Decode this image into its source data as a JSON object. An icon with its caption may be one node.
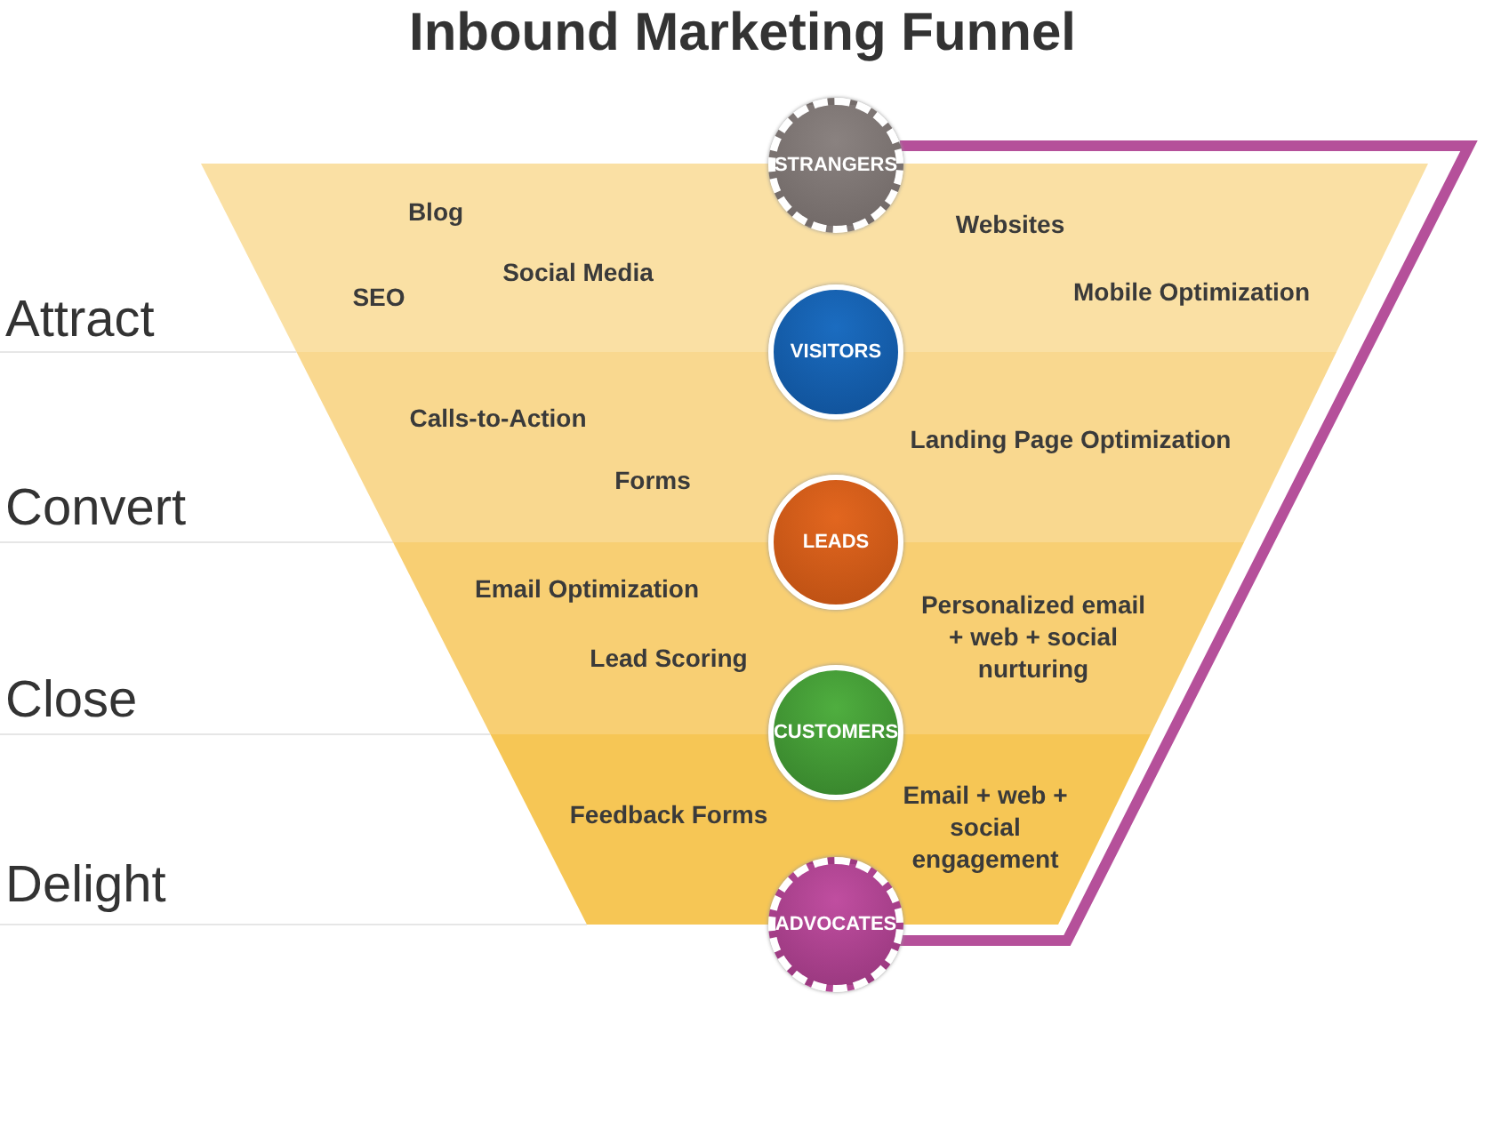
{
  "diagram": {
    "title": "Inbound Marketing Funnel",
    "nodes": [
      {
        "text": [
          "Blog",
          "Social Media",
          "SEO",
          "Websites",
          "Mobile Optimization"
        ]
      },
      {
        "text": [
          "Calls-to-Action",
          "Forms",
          "Landing Page Optimization"
        ]
      },
      {
        "text": [
          "Email Optimization",
          "Lead Scoring",
          "Personalized email + web + social nurturing"
        ]
      },
      {
        "text": [
          "Feedback Forms",
          "Email + web + social engagement"
        ]
      },
      {
        "text": [
          "STRANGERS"
        ]
      },
      {
        "text": [
          "VISITORS"
        ]
      },
      {
        "text": [
          "LEADS"
        ]
      },
      {
        "text": [
          "CUSTOMERS"
        ]
      },
      {
        "text": [
          "ADVOCATES"
        ]
      }
    ],
    "edges": [
      {
        "from": 8,
        "to": 4,
        "arrow": "none"
      }
    ],
    "labels": [
      "Attract",
      "Convert",
      "Close",
      "Delight"
    ]
  }
}
